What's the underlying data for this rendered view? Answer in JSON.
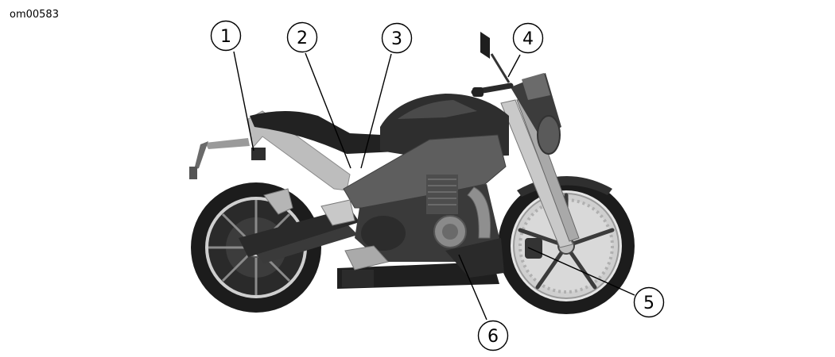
{
  "figure_id": "om00583",
  "callouts": [
    {
      "label": "1"
    },
    {
      "label": "2"
    },
    {
      "label": "3"
    },
    {
      "label": "4"
    },
    {
      "label": "5"
    },
    {
      "label": "6"
    }
  ],
  "colors": {
    "body_dark": "#2b2b2b",
    "tank": "#3a3a3a",
    "frame": "#6e6e6e",
    "silver": "#bdbdbd",
    "tire": "#1e1e1e",
    "background": "#ffffff"
  }
}
